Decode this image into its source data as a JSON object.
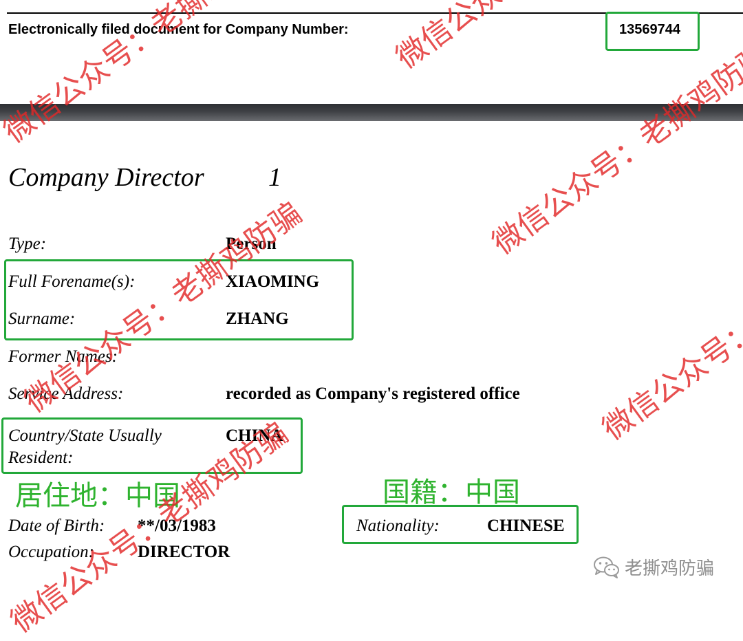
{
  "header": {
    "label": "Electronically filed document for Company Number:",
    "company_number": "13569744"
  },
  "section": {
    "title": "Company Director",
    "index": "1"
  },
  "fields": {
    "type_label": "Type:",
    "type_value": "Person",
    "forename_label": "Full Forename(s):",
    "forename_value": "XIAOMING",
    "surname_label": "Surname:",
    "surname_value": "ZHANG",
    "former_names_label": "Former Names:",
    "service_address_label": "Service Address:",
    "service_address_value": "recorded as Company's registered office",
    "country_label_line1": "Country/State Usually",
    "country_label_line2": "Resident:",
    "country_value": "CHINA",
    "dob_label": "Date of Birth:",
    "dob_value": "**/03/1983",
    "occupation_label": "Occupation:",
    "occupation_value": "DIRECTOR",
    "nationality_label": "Nationality:",
    "nationality_value": "CHINESE"
  },
  "annotations": {
    "residence": "居住地：中国",
    "nationality": "国籍：中国",
    "box_color": "#22a83a"
  },
  "watermarks": [
    "微信公众号：老撕鸡防骗",
    "微信公众号：老撕鸡防骗",
    "微信公众号：老撕鸡防骗",
    "微信公众号：老撕鸡防骗",
    "微信公众号：老撕鸡防骗",
    "微信公众号：老撕鸡防骗"
  ],
  "watermark_color": "#e22828",
  "brand": {
    "icon": "wechat-icon",
    "text": "老撕鸡防骗"
  }
}
